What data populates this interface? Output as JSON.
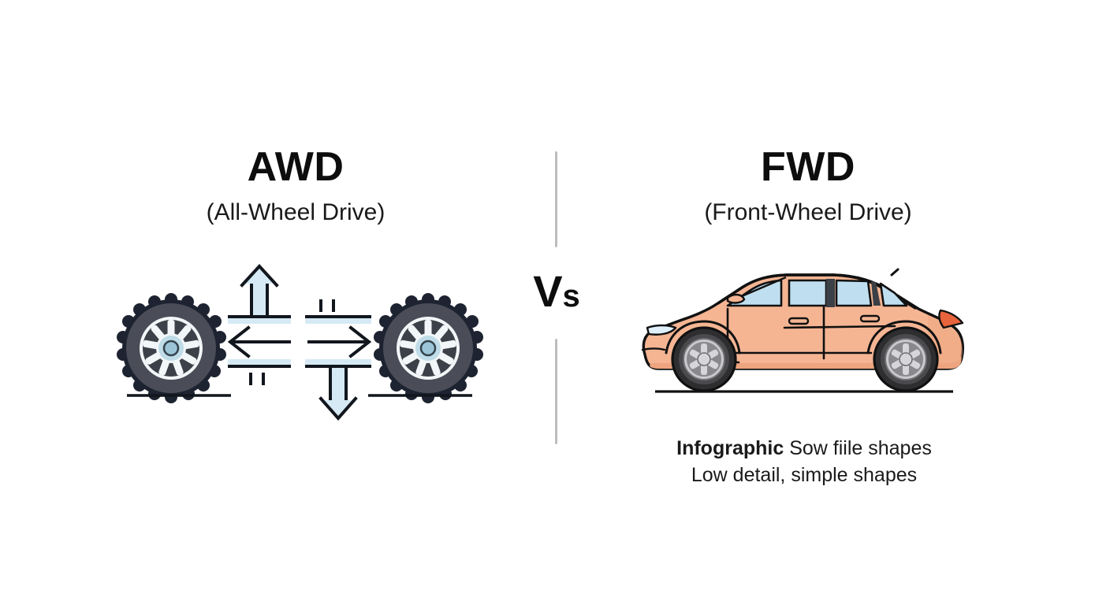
{
  "background_color": "#ffffff",
  "left_panel": {
    "title": "AWD",
    "subtitle": "(All-Wheel Drive)",
    "diagram": {
      "name": "all-wheel-drive-torque-diagram",
      "wheel_count": 2,
      "arrow_directions": [
        "up",
        "left",
        "right",
        "down"
      ],
      "tire_color": "#4a4d57",
      "tire_outline": "#1d2330",
      "rim_spoke_color": "#f2f6f8",
      "hub_color": "#bfdce8",
      "arrow_fill": "#d6eaf5",
      "arrow_outline": "#12161d",
      "ground_line_color": "#12161d"
    }
  },
  "center": {
    "vs_main": "V",
    "vs_sub": "s",
    "divider_color": "#bdbdbd"
  },
  "right_panel": {
    "title": "FWD",
    "subtitle": "(Front-Wheel Drive)",
    "illustration": {
      "name": "front-wheel-drive-sedan-side-view",
      "body_color": "#f5b593",
      "body_shadow_color": "#eda47f",
      "window_color": "#bfdff0",
      "outline_color": "#111111",
      "wheel_tire_color": "#4a4a4d",
      "wheel_rim_color": "#c9c9cc",
      "taillight_color": "#e8643c",
      "headlight_color": "#dff0fb",
      "ground_line_color": "#111111"
    },
    "caption": {
      "line1_strong": "Infographic",
      "line1_rest": " Sow fiile shapes",
      "line2": "Low detail, simple shapes"
    }
  }
}
